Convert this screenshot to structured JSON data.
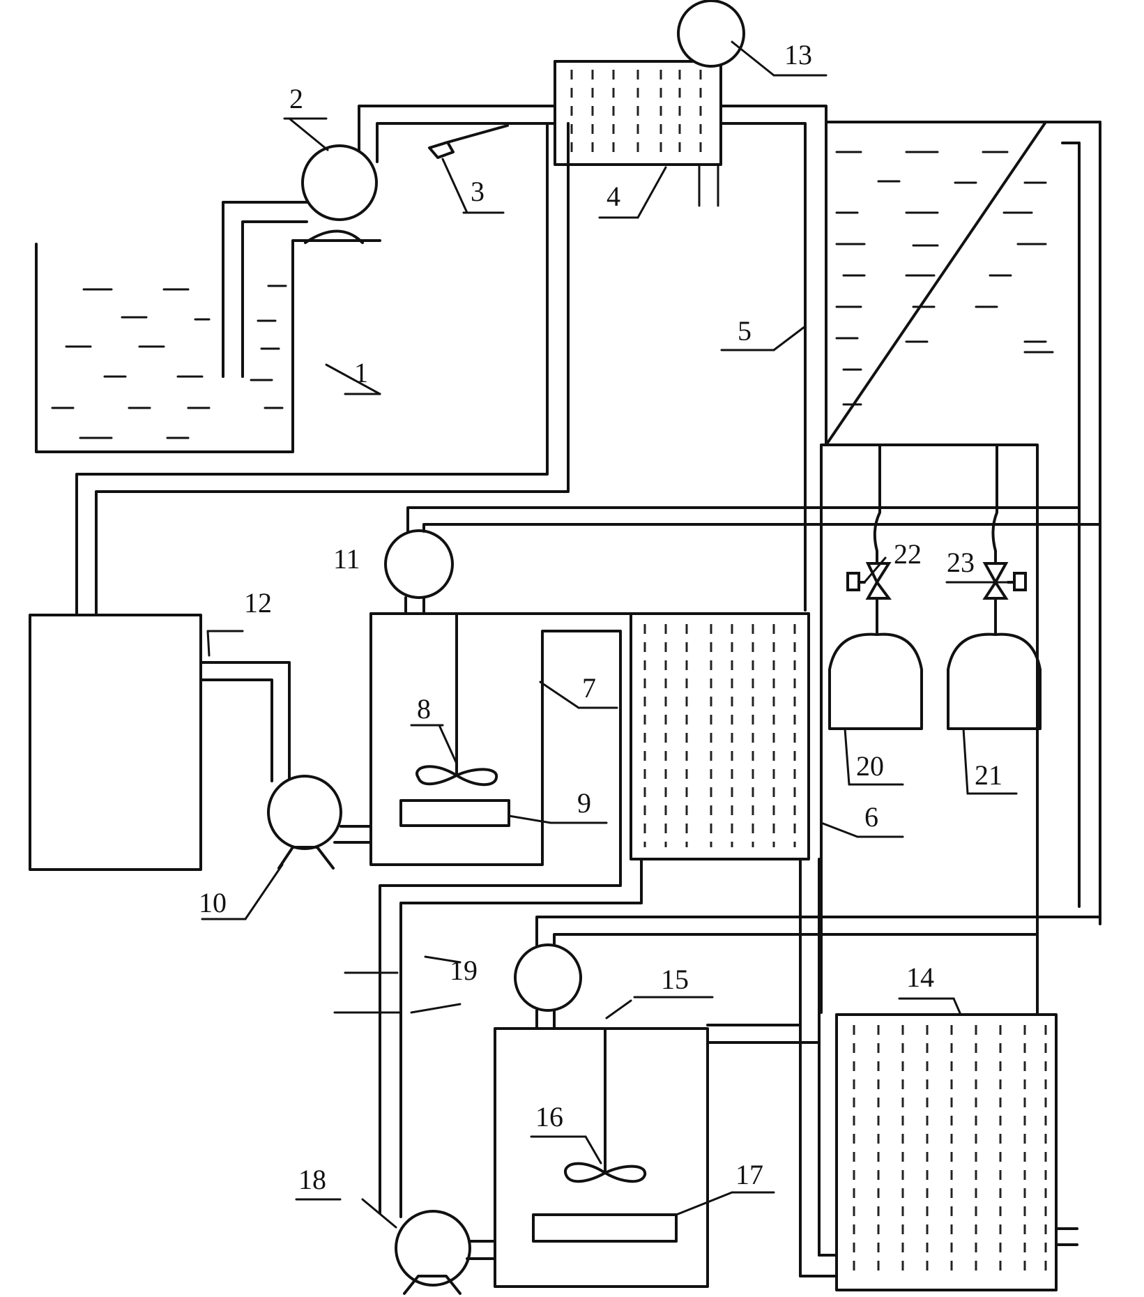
{
  "labels": {
    "l1": "1",
    "l2": "2",
    "l3": "3",
    "l4": "4",
    "l5": "5",
    "l6": "6",
    "l7": "7",
    "l8": "8",
    "l9": "9",
    "l10": "10",
    "l11": "11",
    "l12": "12",
    "l13": "13",
    "l14": "14",
    "l15": "15",
    "l16": "16",
    "l17": "17",
    "l18": "18",
    "l19": "19",
    "l20": "20",
    "l21": "21",
    "l22": "22",
    "l23": "23"
  },
  "colors": {
    "ink": "#111111",
    "paper": "#ffffff"
  }
}
